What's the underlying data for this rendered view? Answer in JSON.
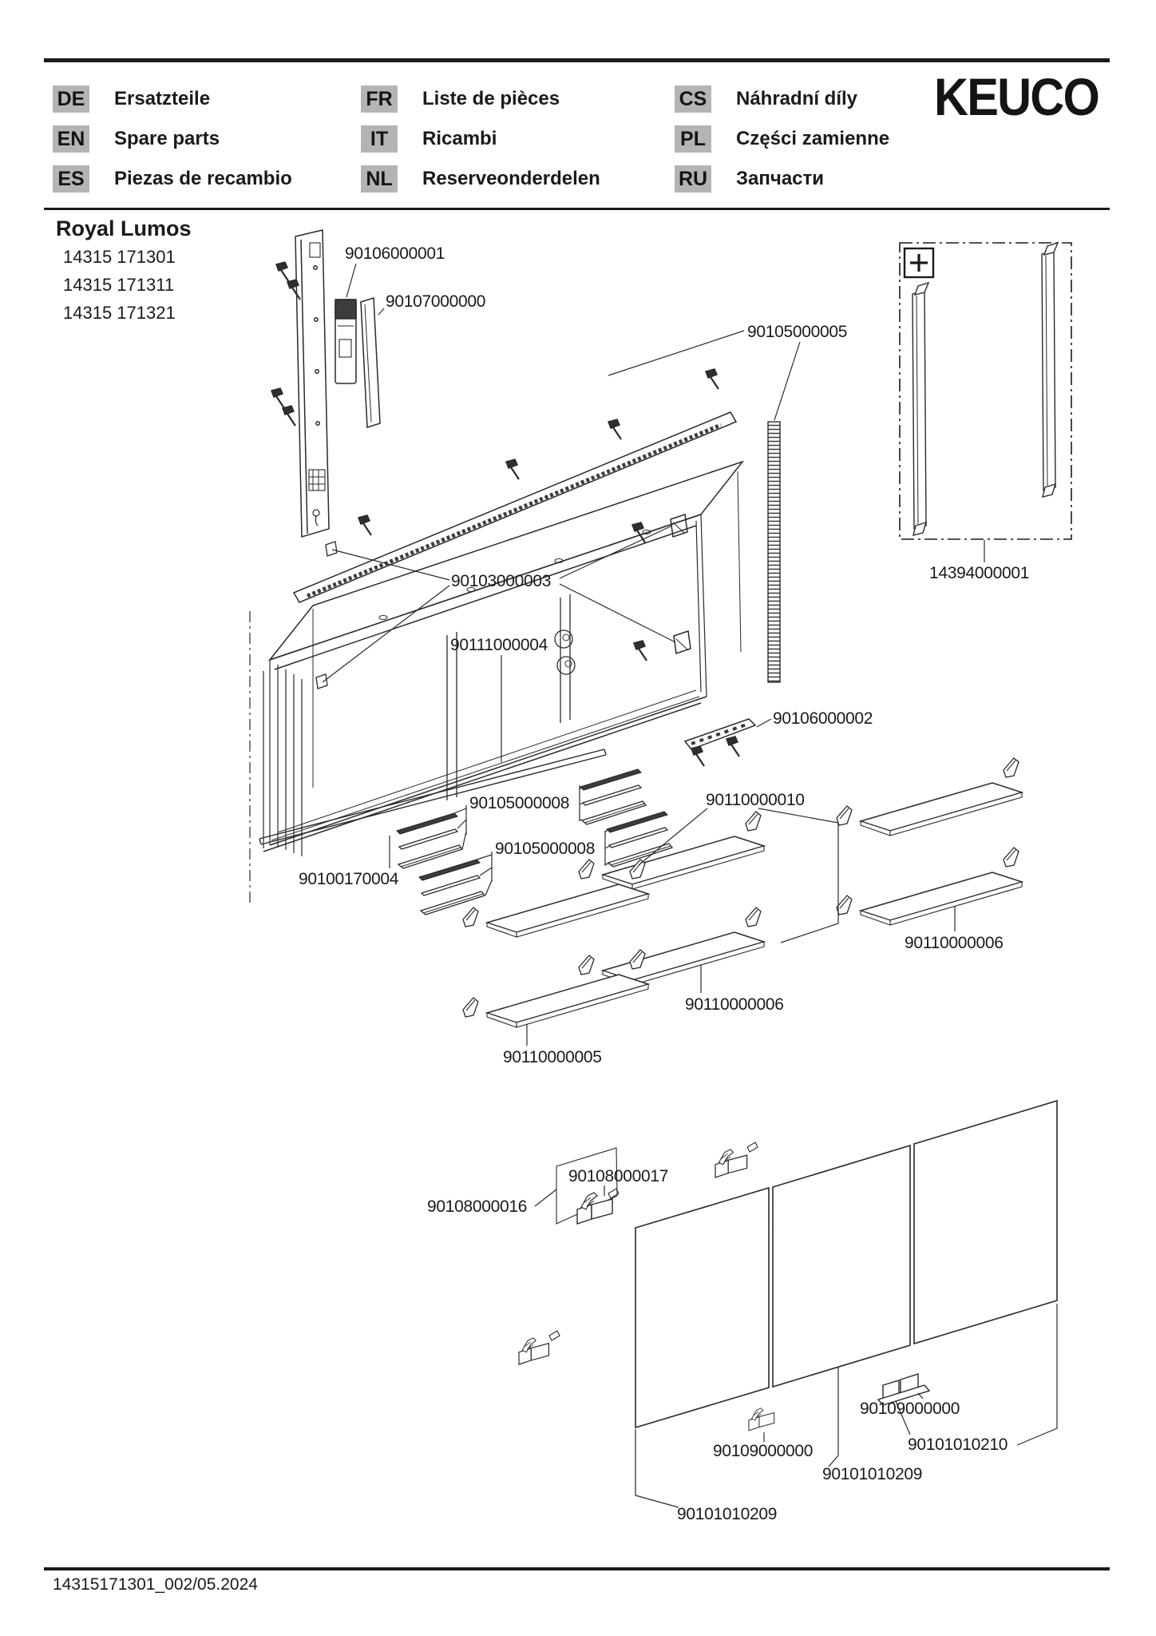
{
  "header": {
    "brand": "KEUCO",
    "languages": [
      {
        "code": "DE",
        "label": "Ersatzteile"
      },
      {
        "code": "EN",
        "label": "Spare parts"
      },
      {
        "code": "ES",
        "label": "Piezas de recambio"
      },
      {
        "code": "FR",
        "label": "Liste de pièces"
      },
      {
        "code": "IT",
        "label": "Ricambi"
      },
      {
        "code": "NL",
        "label": "Reserveonderdelen"
      },
      {
        "code": "CS",
        "label": "Náhradní díly"
      },
      {
        "code": "PL",
        "label": "Części zamienne"
      },
      {
        "code": "RU",
        "label": "Запчасти"
      }
    ]
  },
  "product": {
    "name": "Royal Lumos",
    "variants": [
      "14315 171301",
      "14315 171311",
      "14315 171321"
    ]
  },
  "diagram": {
    "labels": {
      "p90106000001": "90106000001",
      "p90107000000": "90107000000",
      "p90105000005": "90105000005",
      "p14394000001": "14394000001",
      "p90103000003": "90103000003",
      "p90111000004": "90111000004",
      "p90106000002": "90106000002",
      "p90105000008a": "90105000008",
      "p90110000010": "90110000010",
      "p90105000008b": "90105000008",
      "p90100170004": "90100170004",
      "p90110000006r": "90110000006",
      "p90110000006c": "90110000006",
      "p90110000005": "90110000005",
      "p90108000017": "90108000017",
      "p90108000016": "90108000016",
      "p90109000000r": "90109000000",
      "p90101010210": "90101010210",
      "p90101010209r": "90101010209",
      "p90109000000l": "90109000000",
      "p90101010209l": "90101010209"
    },
    "icons": {
      "accessory_plus": "+"
    }
  },
  "footer": {
    "doc_id": "14315171301_002/05.2024"
  },
  "colors": {
    "text": "#1a1a1a",
    "line": "#2a2a2a",
    "badge_bg": "#b4b4b4",
    "dark_fill": "#3c3c3c"
  }
}
